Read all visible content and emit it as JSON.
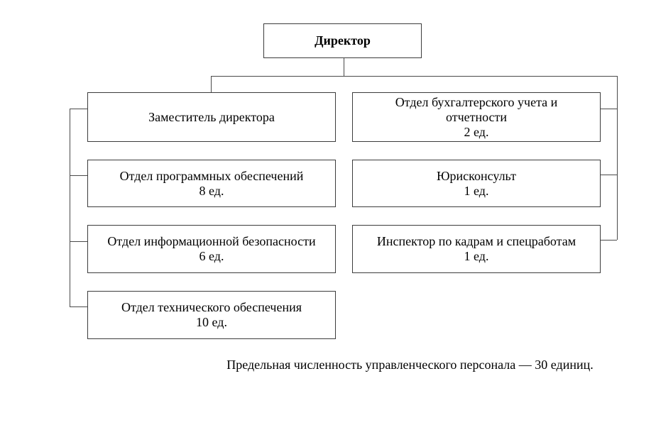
{
  "org_chart": {
    "director": {
      "label": "Директор"
    },
    "deputy": {
      "label": "Заместитель директора"
    },
    "left_departments": [
      {
        "label": "Отдел программных обеспечений",
        "count": "8 ед."
      },
      {
        "label": "Отдел информационной безопасности",
        "count": "6 ед."
      },
      {
        "label": "Отдел технического обеспечения",
        "count": "10 ед."
      }
    ],
    "right_departments": [
      {
        "label": "Отдел бухгалтерского учета и отчетности",
        "count": "2 ед."
      },
      {
        "label": "Юрисконсульт",
        "count": "1 ед."
      },
      {
        "label": "Инспектор по кадрам и спецработам",
        "count": "1 ед."
      }
    ],
    "caption": "Предельная численность управленческого персонала — 30 единиц.",
    "colors": {
      "background": "#ffffff",
      "box_border": "#3c3c3c",
      "connector_line": "#4a4a4a",
      "text": "#000000"
    }
  }
}
